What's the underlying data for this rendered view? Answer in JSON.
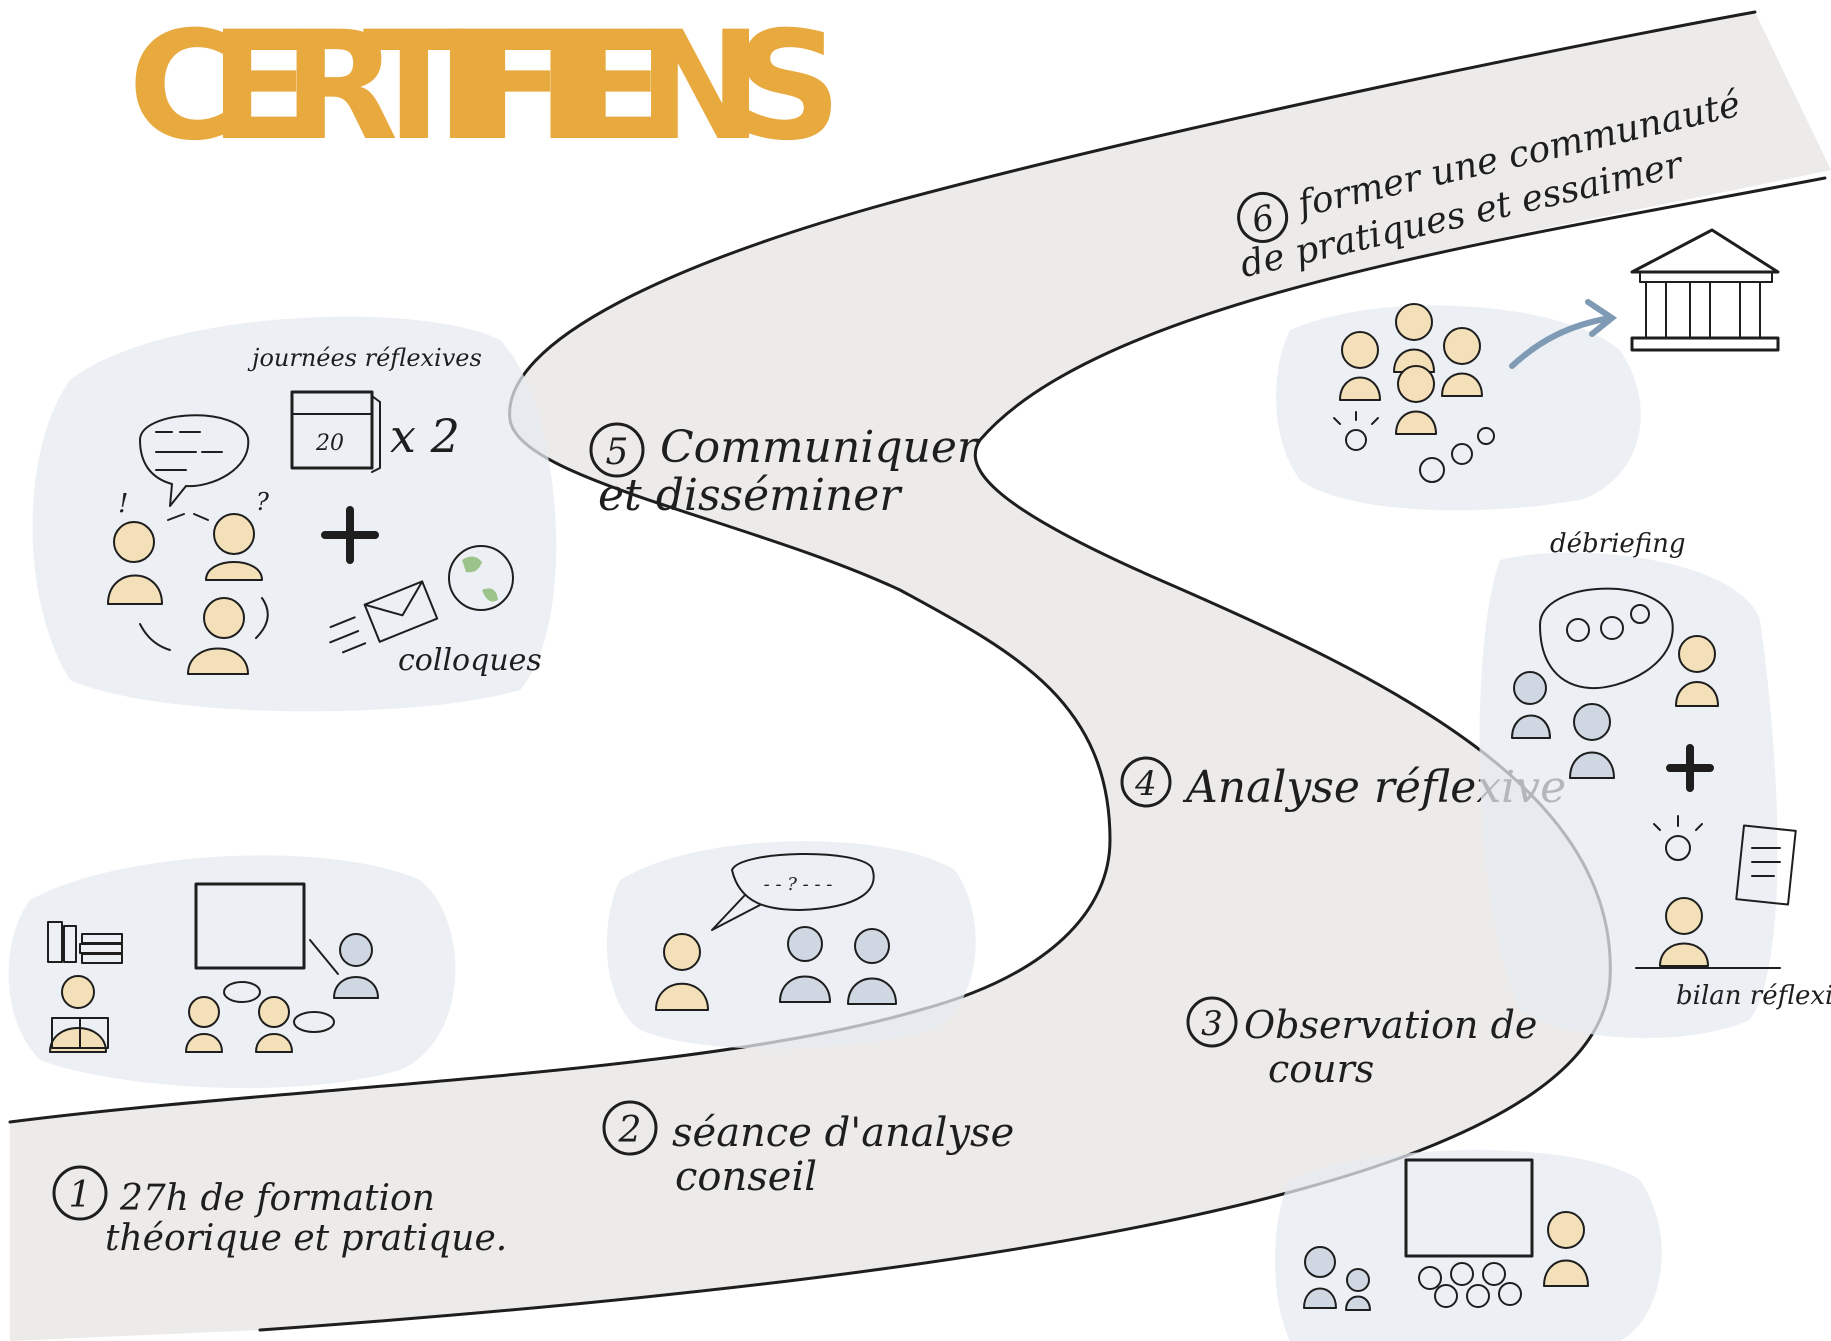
{
  "title": "CERTIFIENS",
  "colors": {
    "title": "#e8a93f",
    "road": "#ecebe9",
    "blob": "#e6ebf1",
    "arrow": "#7f9ab5",
    "ink": "#1e1e1e"
  },
  "steps": [
    {
      "num": "1",
      "line1": "27h de formation",
      "line2": "théorique et pratique."
    },
    {
      "num": "2",
      "line1": "séance d'analyse",
      "line2": "conseil"
    },
    {
      "num": "3",
      "line1": "Observation de",
      "line2": "cours"
    },
    {
      "num": "4",
      "line1": "Analyse réflexive",
      "line2": ""
    },
    {
      "num": "5",
      "line1": "Communiquer",
      "line2": "et disséminer"
    },
    {
      "num": "6",
      "line1": "former une communauté",
      "line2": "de pratiques et essaimer"
    }
  ],
  "annotations": {
    "journees": "journées réflexives",
    "calendar_day": "20",
    "times_two": "x 2",
    "colloques": "colloques",
    "debriefing": "débriefing",
    "bilan": "bilan réflexif"
  },
  "icons": [
    "books-icon",
    "reading-person-icon",
    "whiteboard-icon",
    "people-group-icon",
    "speech-bubble-icon",
    "calendar-icon",
    "plus-icon",
    "envelope-icon",
    "globe-icon",
    "lightbulb-icon",
    "gears-icon",
    "arrow-icon",
    "building-icon",
    "notebook-icon"
  ]
}
